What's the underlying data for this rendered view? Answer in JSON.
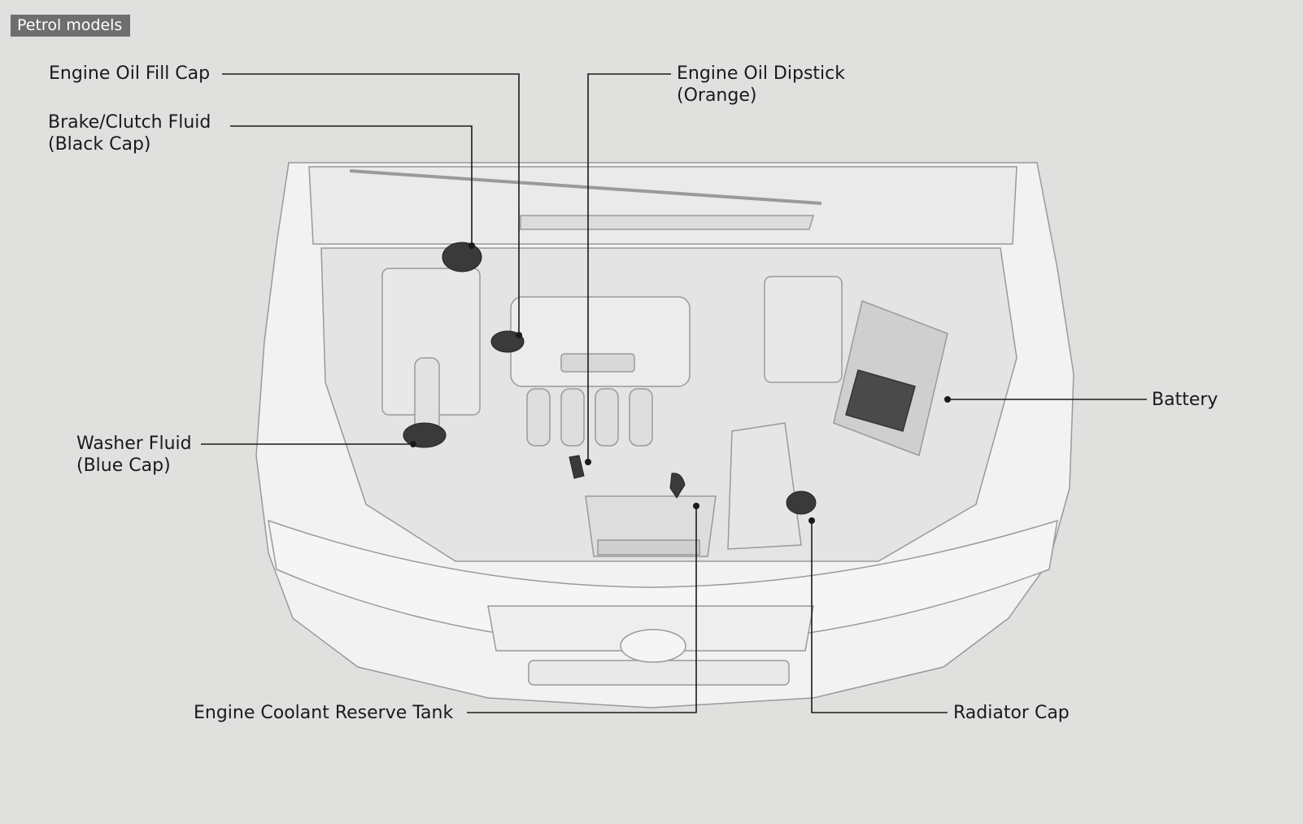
{
  "badge": "Petrol models",
  "labels": {
    "oil_fill_cap": "Engine Oil Fill Cap",
    "brake_clutch": {
      "line1": "Brake/Clutch Fluid",
      "line2": "(Black Cap)"
    },
    "oil_dipstick": {
      "line1": "Engine Oil Dipstick",
      "line2": "(Orange)"
    },
    "battery": "Battery",
    "washer_fluid": {
      "line1": "Washer Fluid",
      "line2": "(Blue Cap)"
    },
    "coolant_tank": "Engine Coolant Reserve Tank",
    "radiator_cap": "Radiator Cap"
  },
  "colors": {
    "background": "#e0e0df",
    "leader_line": "#1a1a1a",
    "highlight_part": "#3a3a3a",
    "body_fill": "#f2f2f2",
    "outline": "#9a9a9a"
  }
}
